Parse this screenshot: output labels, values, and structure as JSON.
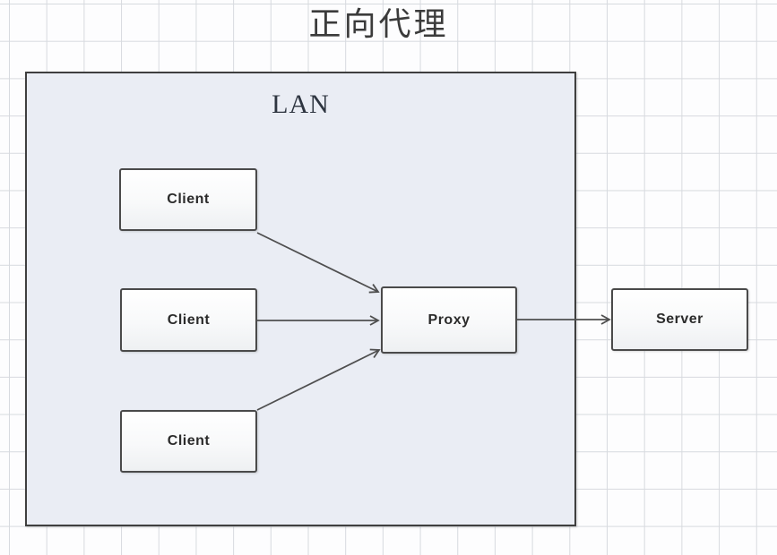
{
  "diagram": {
    "title": "正向代理",
    "lan": {
      "label": "LAN"
    },
    "nodes": {
      "client1": {
        "label": "Client"
      },
      "client2": {
        "label": "Client"
      },
      "client3": {
        "label": "Client"
      },
      "proxy": {
        "label": "Proxy"
      },
      "server": {
        "label": "Server"
      }
    },
    "edges": [
      {
        "from": "client1",
        "to": "proxy"
      },
      {
        "from": "client2",
        "to": "proxy"
      },
      {
        "from": "client3",
        "to": "proxy"
      },
      {
        "from": "proxy",
        "to": "server"
      }
    ],
    "colors": {
      "lan_fill": "#eaedf4",
      "node_border": "#4a4a4a",
      "connector": "#4f4f4f",
      "grid_line": "#d7dadf",
      "background": "#fdfdfe"
    }
  }
}
